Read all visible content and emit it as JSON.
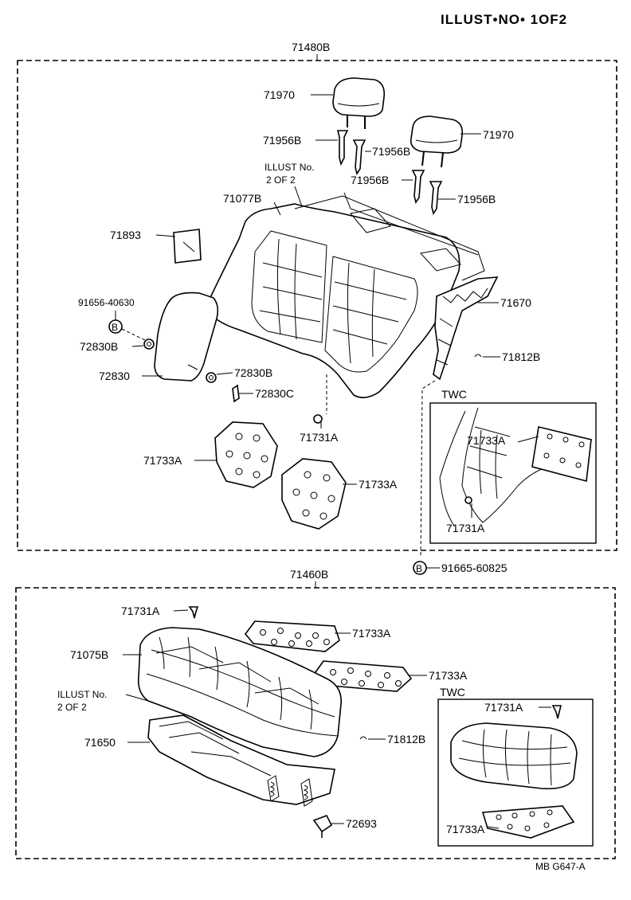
{
  "header": {
    "illust_no": "ILLUST•NO•  1OF2"
  },
  "upper": {
    "assembly_label": "71480B",
    "parts": {
      "headrest_left": "71970",
      "headrest_right": "71970",
      "support_1": "71956B",
      "support_2": "71956B",
      "support_3": "71956B",
      "support_4": "71956B",
      "illust_ref_line1": "ILLUST No.",
      "illust_ref_line2": "2 OF 2",
      "back_cover": "71077B",
      "pad_small": "71893",
      "bolt_no": "91656-40630",
      "bolt_symbol": "B",
      "clip_a": "72830B",
      "armrest": "72830",
      "clip_b": "72830B",
      "clip_c": "72830C",
      "frame": "71670",
      "hog_ring": "71812B",
      "pad_a": "71733A",
      "pad_b": "71733A",
      "fastener": "71731A"
    },
    "twc": {
      "title": "TWC",
      "pad": "71733A",
      "fastener": "71731A"
    },
    "bolt_bottom": {
      "symbol": "B",
      "number": "91665-60825"
    }
  },
  "lower": {
    "assembly_label": "71460B",
    "parts": {
      "fastener": "71731A",
      "pad_a": "71733A",
      "pad_b": "71733A",
      "cover": "71075B",
      "illust_ref_line1": "ILLUST No.",
      "illust_ref_line2": "2 OF 2",
      "frame": "71650",
      "hog_ring": "71812B",
      "clip": "72693"
    },
    "twc": {
      "title": "TWC",
      "fastener": "71731A",
      "pad": "71733A"
    }
  },
  "footer": {
    "code": "MB G647-A"
  }
}
